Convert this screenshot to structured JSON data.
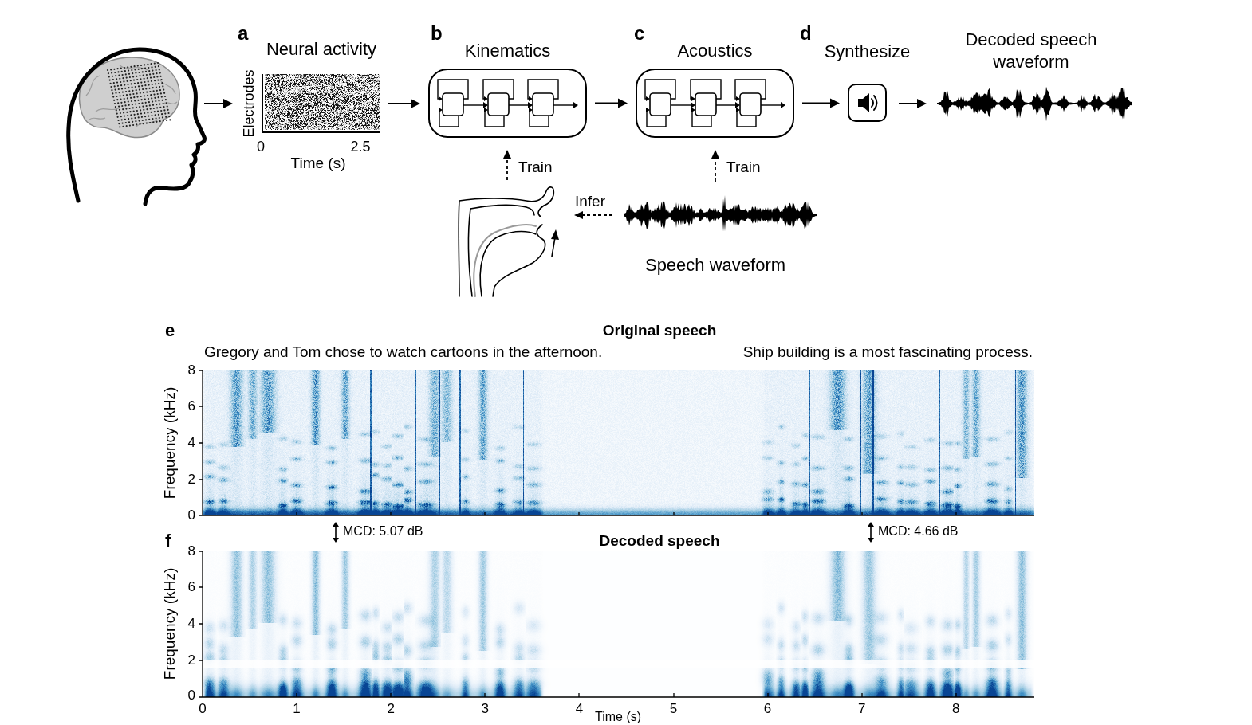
{
  "diagram": {
    "nodes": [
      {
        "text": [
          "Neural activity"
        ]
      },
      {
        "text": [
          "Kinematics"
        ]
      },
      {
        "text": [
          "Acoustics"
        ]
      },
      {
        "text": [
          "Synthesize"
        ]
      }
    ],
    "edges": [
      {
        "from": 0,
        "to": 1,
        "arrow": "to"
      },
      {
        "from": 1,
        "to": 2,
        "arrow": "to"
      },
      {
        "from": 2,
        "to": 3,
        "arrow": "to"
      }
    ],
    "labels": [
      "a",
      "Electrodes",
      "0",
      "2.5",
      "Time (s)",
      "b",
      "c",
      "d",
      "Decoded speech waveform",
      "Train",
      "Train",
      "Infer",
      "Speech waveform",
      "e",
      "Original speech",
      "Gregory and Tom chose to watch cartoons in the afternoon.",
      "Ship building is a most fascinating process.",
      "Frequency (kHz)",
      "8",
      "6",
      "4",
      "2",
      "0",
      "MCD: 5.07 dB",
      "MCD: 4.66 dB",
      "f",
      "Decoded speech",
      "Frequency (kHz)",
      "8",
      "6",
      "4",
      "2",
      "0",
      "0",
      "1",
      "2",
      "3",
      "4",
      "5",
      "6",
      "7",
      "8",
      "Time (s)"
    ]
  }
}
